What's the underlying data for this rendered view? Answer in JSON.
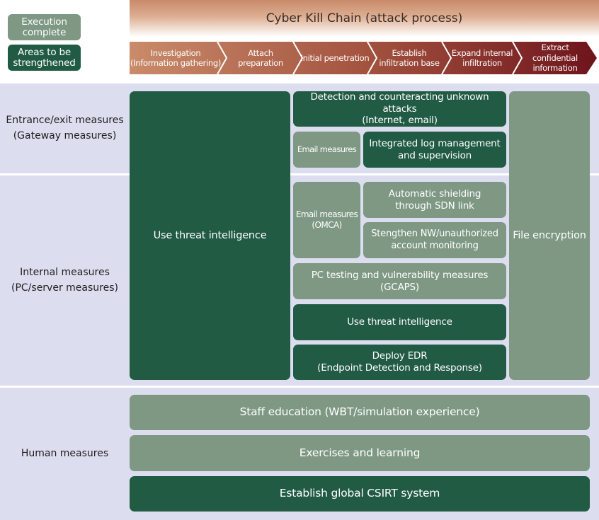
{
  "colors": {
    "execution_complete": "#7e9884",
    "areas_to_be_strengthened": "#215b44",
    "band_background": "#dcdef0",
    "chain_start": "#c98b6a",
    "chain_end": "#6e141c"
  },
  "legend": {
    "execution_complete": "Execution\ncomplete",
    "areas_to_be_strengthened": "Areas to be\nstrengthened"
  },
  "header": {
    "title": "Cyber Kill Chain (attack process)"
  },
  "kill_chain": [
    {
      "label": "Investigation\n(Information gathering)"
    },
    {
      "label": "Attach preparation"
    },
    {
      "label": "Initial penetration"
    },
    {
      "label": "Establish\ninfiltration base"
    },
    {
      "label": "Expand internal\ninfiltration"
    },
    {
      "label": "Extract confidential\ninformation"
    }
  ],
  "rows": {
    "gateway": {
      "label": "Entrance/exit measures\n(Gateway measures)"
    },
    "internal": {
      "label": "Internal measures\n(PC/server measures)"
    },
    "human": {
      "label": "Human measures"
    }
  },
  "measures": {
    "threat_intel_large": {
      "label": "Use threat intelligence",
      "status": "Areas to be strengthened"
    },
    "detect_unknown": {
      "label": "Detection and counteracting unknown attacks\n(Internet, email)",
      "status": "Areas to be strengthened"
    },
    "email_gateway": {
      "label": "Email measures",
      "status": "Execution complete"
    },
    "log_mgmt": {
      "label": "Integrated log management\nand supervision",
      "status": "Areas to be strengthened"
    },
    "file_encryption": {
      "label": "File encryption",
      "status": "Execution complete"
    },
    "email_omca": {
      "label": "Email measures\n(OMCA)",
      "status": "Execution complete"
    },
    "sdn_shielding": {
      "label": "Automatic shielding\nthrough SDN link",
      "status": "Execution complete"
    },
    "nw_monitoring": {
      "label": "Stengthen NW/unauthorized\naccount monitoring",
      "status": "Execution complete"
    },
    "pc_testing": {
      "label": "PC testing and vulnerability measures\n(GCAPS)",
      "status": "Execution complete"
    },
    "threat_intel_small": {
      "label": "Use threat intelligence",
      "status": "Areas to be strengthened"
    },
    "edr": {
      "label": "Deploy EDR\n(Endpoint Detection and Response)",
      "status": "Areas to be strengthened"
    },
    "staff_education": {
      "label": "Staff education (WBT/simulation experience)",
      "status": "Execution complete"
    },
    "exercises": {
      "label": "Exercises and learning",
      "status": "Execution complete"
    },
    "csirt": {
      "label": "Establish global CSIRT system",
      "status": "Areas to be strengthened"
    }
  }
}
